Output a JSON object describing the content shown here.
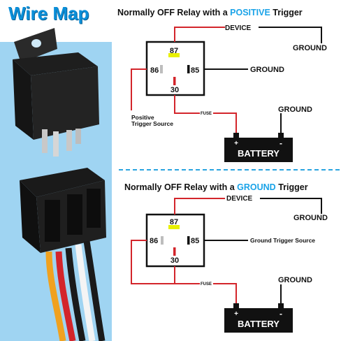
{
  "header": {
    "title": "Wire Map"
  },
  "top_diagram": {
    "heading_prefix": "Normally OFF Relay with a ",
    "heading_highlight": "POSITIVE",
    "heading_suffix": " Trigger",
    "pin_87": "87",
    "pin_86": "86",
    "pin_85": "85",
    "pin_30": "30",
    "device_label": "DEVICE",
    "ground_device": "GROUND",
    "ground_85": "GROUND",
    "ground_battery": "GROUND",
    "trigger_label_line1": "Positive",
    "trigger_label_line2": "Trigger Source",
    "fuse_label": "FUSE",
    "battery_label": "BATTERY",
    "battery_plus": "+",
    "battery_minus": "-"
  },
  "bottom_diagram": {
    "heading_prefix": "Normally OFF Relay with a ",
    "heading_highlight": "GROUND",
    "heading_suffix": " Trigger",
    "pin_87": "87",
    "pin_86": "86",
    "pin_85": "85",
    "pin_30": "30",
    "device_label": "DEVICE",
    "ground_device": "GROUND",
    "trigger_label": "Ground Trigger Source",
    "ground_battery": "GROUND",
    "fuse_label": "FUSE",
    "battery_label": "BATTERY",
    "battery_plus": "+",
    "battery_minus": "-"
  },
  "colors": {
    "title_blue": "#0b8fd9",
    "highlight_blue": "#1aa3e8",
    "wire_red": "#d3252b",
    "wire_black": "#111111",
    "pin87_yellow": "#e8f000",
    "divider_blue": "#2aa4e0",
    "panel_bg": "#9fd4f2"
  }
}
